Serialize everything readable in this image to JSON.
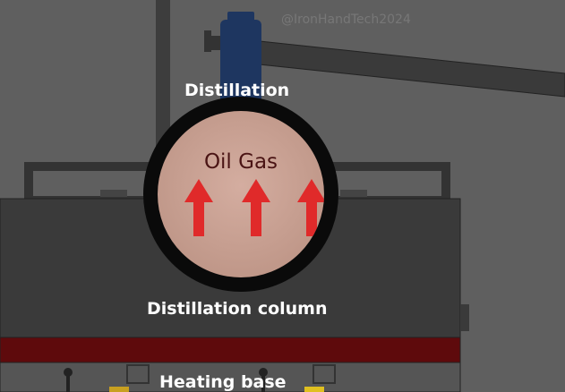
{
  "watermark": "@IronHandTech2024",
  "labels": {
    "distillation": "Distillation",
    "column": "Distillation column",
    "heating_base": "Heating base"
  },
  "magnifier": {
    "text": "Oil Gas",
    "arrow_count": 3
  },
  "colors": {
    "background": "#5f5f5f",
    "vessel": "#3a3a3a",
    "heating_band": "#5e0a0c",
    "tank": "#1e3660",
    "bubble": "#c79f90",
    "arrow": "#e02a2a"
  }
}
